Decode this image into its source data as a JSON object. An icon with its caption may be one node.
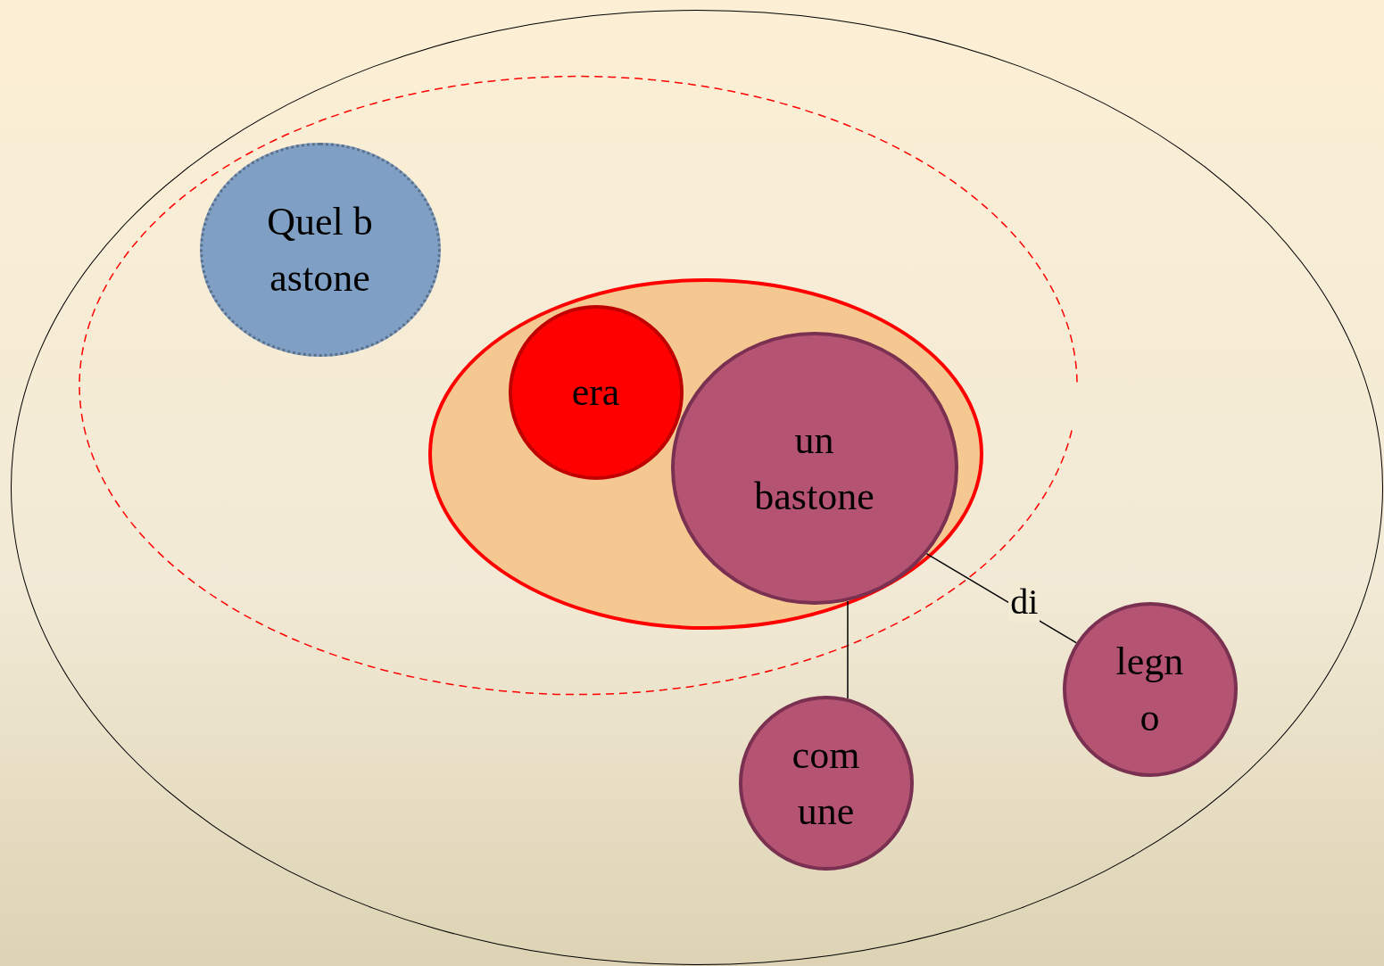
{
  "diagram": {
    "nodes": [
      {
        "text": [],
        "shape": "ellipse"
      },
      {
        "text": [],
        "shape": "ellipse",
        "in": 0
      },
      {
        "text": [
          "Quel bastone"
        ],
        "in": 1
      },
      {
        "text": [],
        "shape": "ellipse",
        "in": 1
      },
      {
        "text": [
          "era"
        ],
        "in": 3
      },
      {
        "text": [
          "un bastone"
        ],
        "in": 3
      },
      {
        "text": [
          "comune"
        ],
        "in": 0
      },
      {
        "text": [
          "legno"
        ],
        "in": 0
      }
    ],
    "edges": [
      {
        "from": 5,
        "to": 6,
        "arrow": "none"
      },
      {
        "from": 5,
        "to": 7,
        "arrow": "none",
        "label": "di"
      }
    ]
  }
}
